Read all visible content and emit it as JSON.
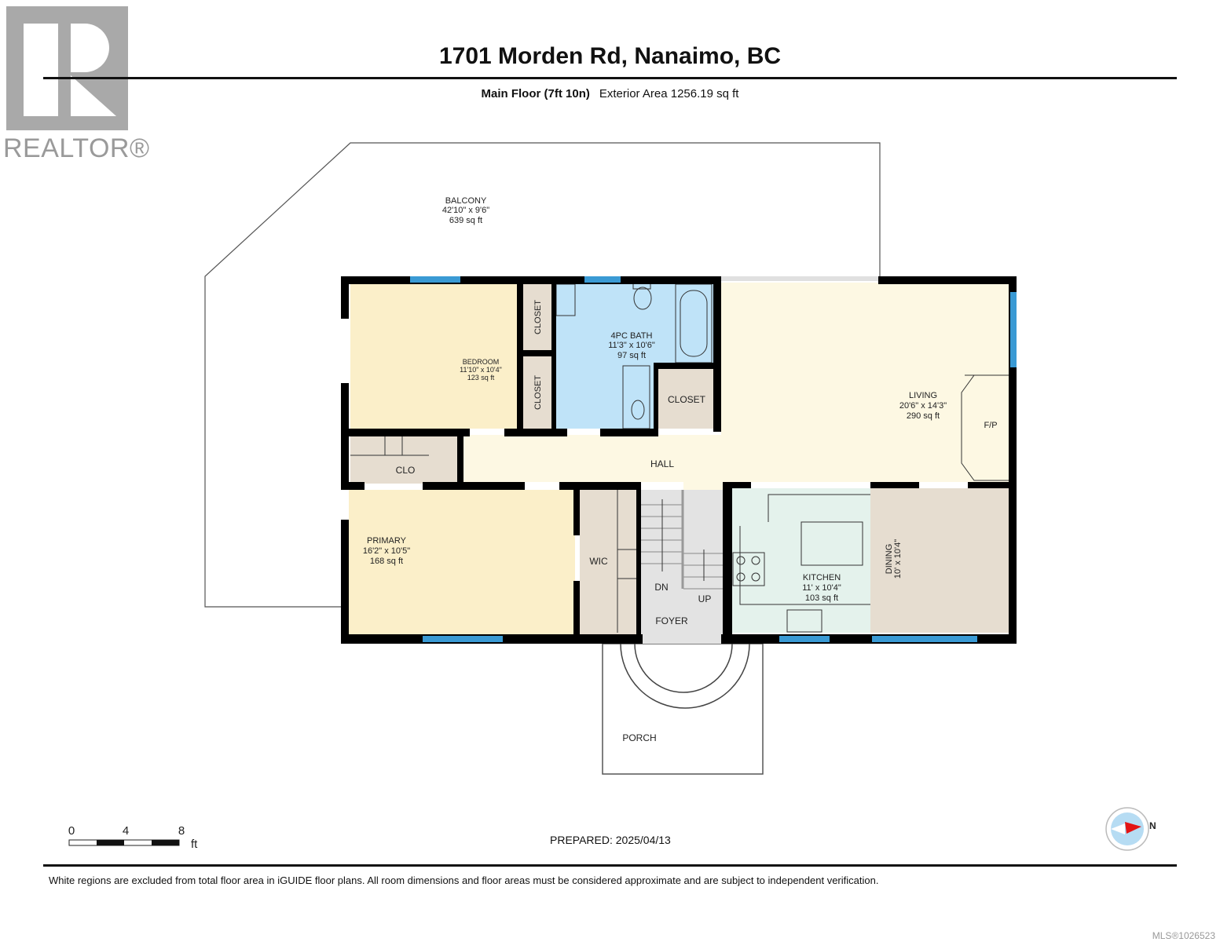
{
  "brand": {
    "logo_text": "REALTOR®",
    "logo_color": "#a9a9a9"
  },
  "header": {
    "title": "1701 Morden Rd, Nanaimo, BC",
    "floor_label": "Main Floor (7ft 10n)",
    "exterior_area": "Exterior Area 1256.19 sq ft"
  },
  "rooms": {
    "balcony": {
      "name": "BALCONY",
      "dims": "42'10\" x 9'6\"",
      "area": "639 sq ft"
    },
    "bedroom": {
      "name": "BEDROOM",
      "dims": "11'10\" x 10'4\"",
      "area": "123 sq ft"
    },
    "bath": {
      "name": "4PC BATH",
      "dims": "11'3\" x 10'6\"",
      "area": "97 sq ft"
    },
    "living": {
      "name": "LIVING",
      "dims": "20'6\" x 14'3\"",
      "area": "290 sq ft"
    },
    "primary": {
      "name": "PRIMARY",
      "dims": "16'2\" x 10'5\"",
      "area": "168 sq ft"
    },
    "kitchen": {
      "name": "KITCHEN",
      "dims": "11' x 10'4\"",
      "area": "103 sq ft"
    },
    "dining": {
      "name": "DINING",
      "dims": "10' x 10'4\""
    },
    "closet1": "CLOSET",
    "closet2": "CLOSET",
    "closet3": "CLOSET",
    "clo": "CLO",
    "wic": "WIC",
    "hall": "HALL",
    "fireplace": "F/P",
    "stairs_down": "DN",
    "stairs_up": "UP",
    "foyer": "FOYER",
    "porch": "PORCH"
  },
  "colors": {
    "bedroom": "#fbefc9",
    "bath": "#bfe3f8",
    "living": "#fdf8e3",
    "closet": "#e6ddd0",
    "kitchen": "#e4f2ec",
    "dining": "#e6ddd0",
    "foyer": "#e3e3e3",
    "window": "#3a9ad4",
    "wall": "#000000"
  },
  "scale_bar": {
    "ticks": [
      "0",
      "4",
      "8"
    ],
    "unit": "ft"
  },
  "prepared": "PREPARED: 2025/04/13",
  "compass": {
    "label": "N"
  },
  "footer": {
    "disclaimer": "White regions are excluded from total floor area in iGUIDE floor plans. All room dimensions and floor areas must be considered approximate and are subject to independent verification.",
    "mls": "MLS®1026523"
  }
}
